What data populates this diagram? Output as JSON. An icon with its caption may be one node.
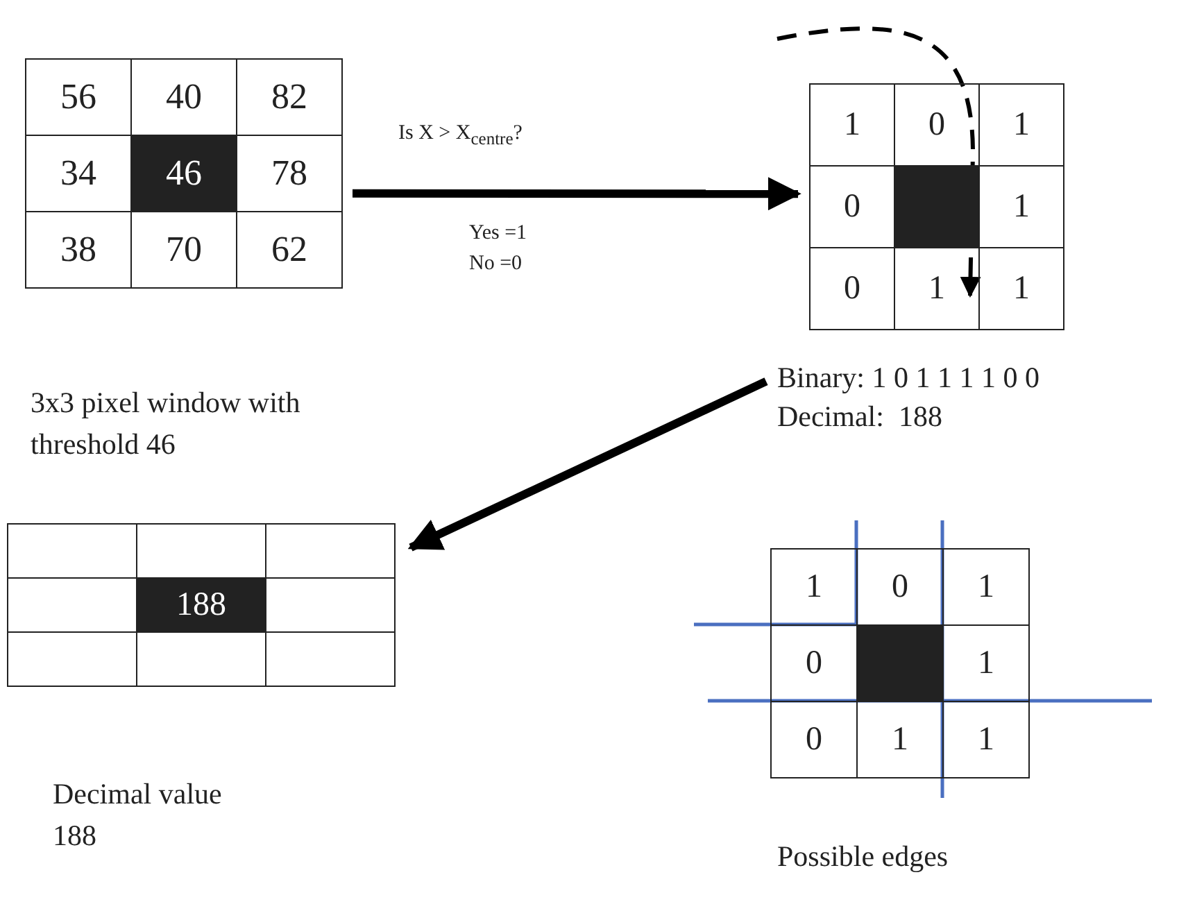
{
  "diagram": {
    "nodes": [
      {
        "text": [
          "56",
          "40",
          "82",
          "34",
          "46",
          "78",
          "38",
          "70",
          "62"
        ],
        "beside": [
          "3x3 pixel window with threshold 46"
        ]
      },
      {
        "text": [
          "1",
          "0",
          "1",
          "0",
          "1",
          "0",
          "1",
          "1"
        ]
      },
      {
        "text": [
          "Binary: 1 0 1 1 1 1 0 0",
          "Decimal:  188"
        ]
      },
      {
        "text": [
          "188"
        ],
        "beside": [
          "Decimal value 188"
        ]
      },
      {
        "text": [
          "1",
          "0",
          "1",
          "0",
          "1",
          "0",
          "1",
          "1"
        ],
        "beside": [
          "Possible edges"
        ]
      }
    ],
    "edges": [
      {
        "from": 0,
        "to": 1,
        "arrow": "to",
        "label": "Is X > X$_{centre}$?"
      },
      {
        "from": null,
        "to": 2,
        "arrow": "to",
        "style": "dashed"
      },
      {
        "from": 2,
        "to": 3,
        "arrow": "to"
      }
    ],
    "labels": [
      "Yes =1",
      "No =0"
    ]
  }
}
